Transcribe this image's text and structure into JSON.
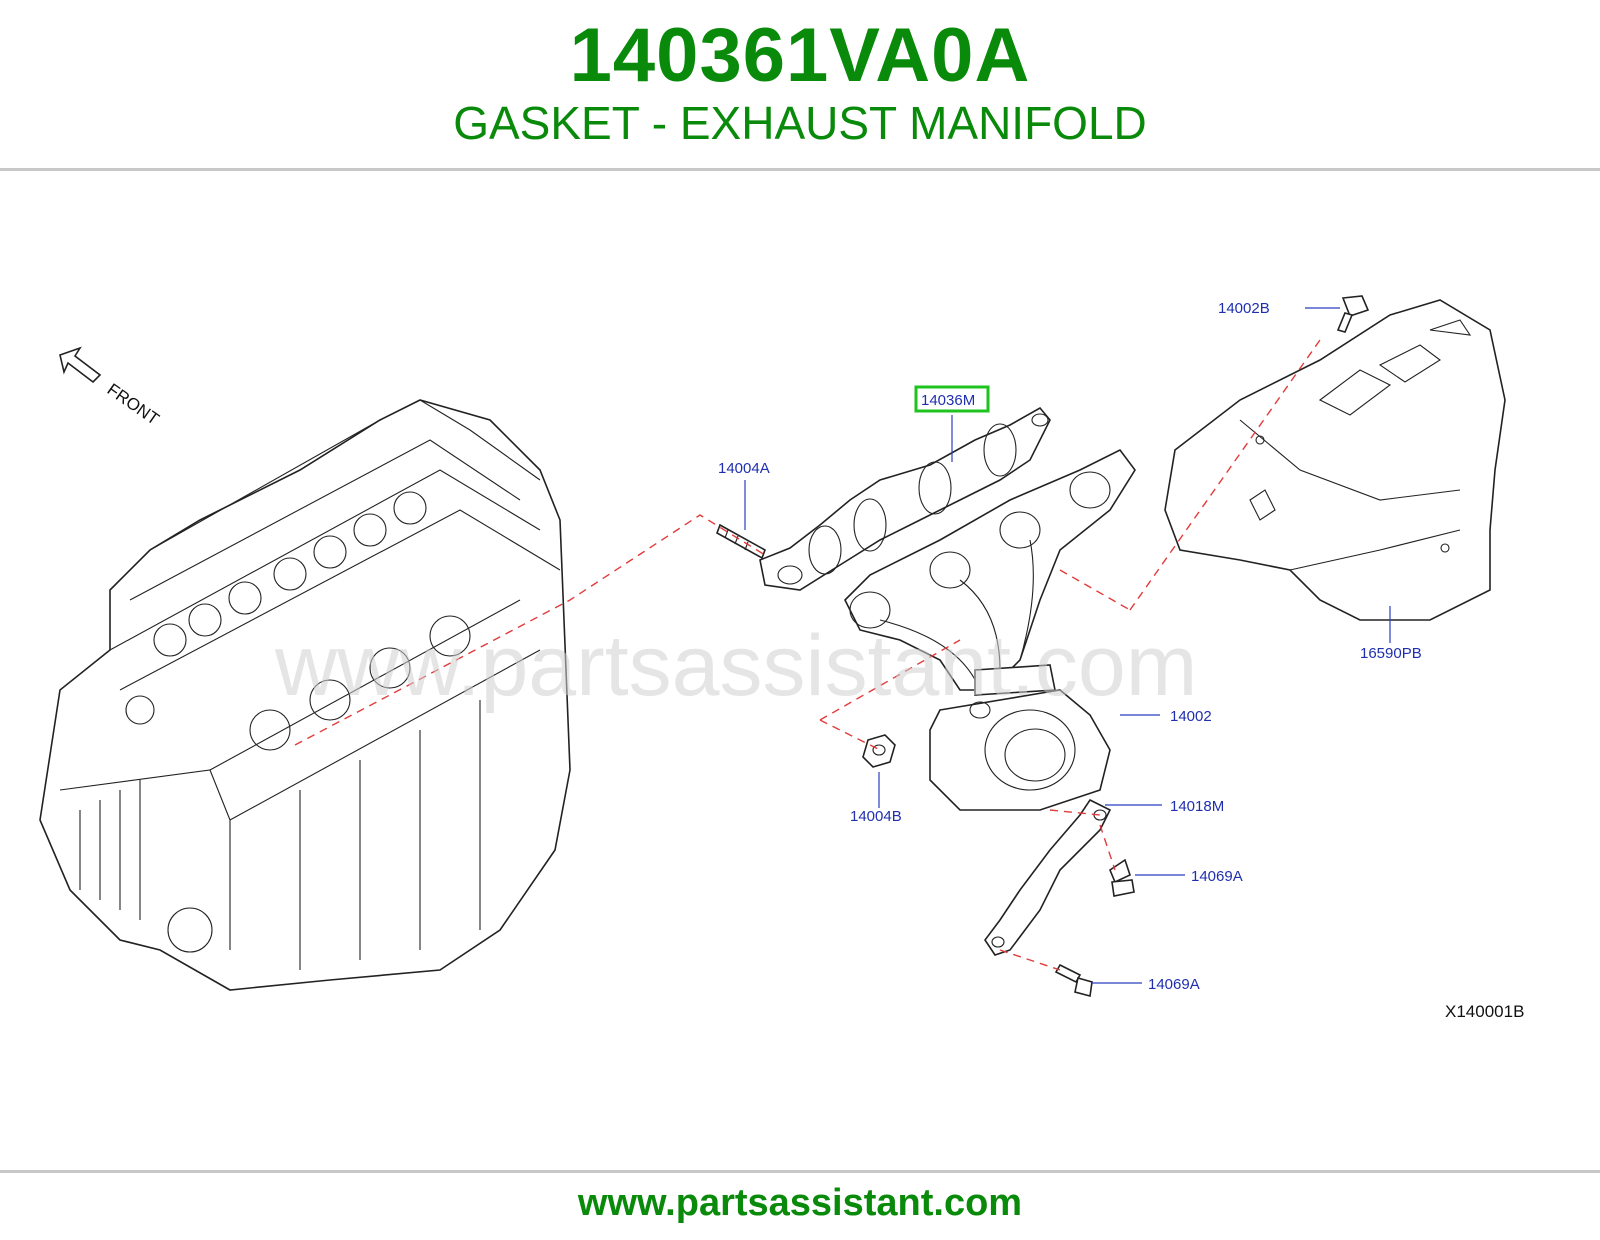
{
  "header": {
    "part_number": "140361VA0A",
    "part_name": "GASKET - EXHAUST MANIFOLD"
  },
  "diagram": {
    "front_label": "FRONT",
    "watermark": "www.partsassistant.com",
    "diagram_code": "X140001B",
    "highlight_color": "#1ec31e",
    "callouts": {
      "c_14002B": "14002B",
      "c_14036M": "14036M",
      "c_14004A": "14004A",
      "c_16590PB": "16590PB",
      "c_14002": "14002",
      "c_14004B": "14004B",
      "c_14018M": "14018M",
      "c_14069A_1": "14069A",
      "c_14069A_2": "14069A"
    }
  },
  "footer": {
    "url": "www.partsassistant.com"
  },
  "colors": {
    "title_green": "#0a8a0a",
    "callout_blue": "#1f2fae",
    "dash_red": "#e23b3b"
  }
}
